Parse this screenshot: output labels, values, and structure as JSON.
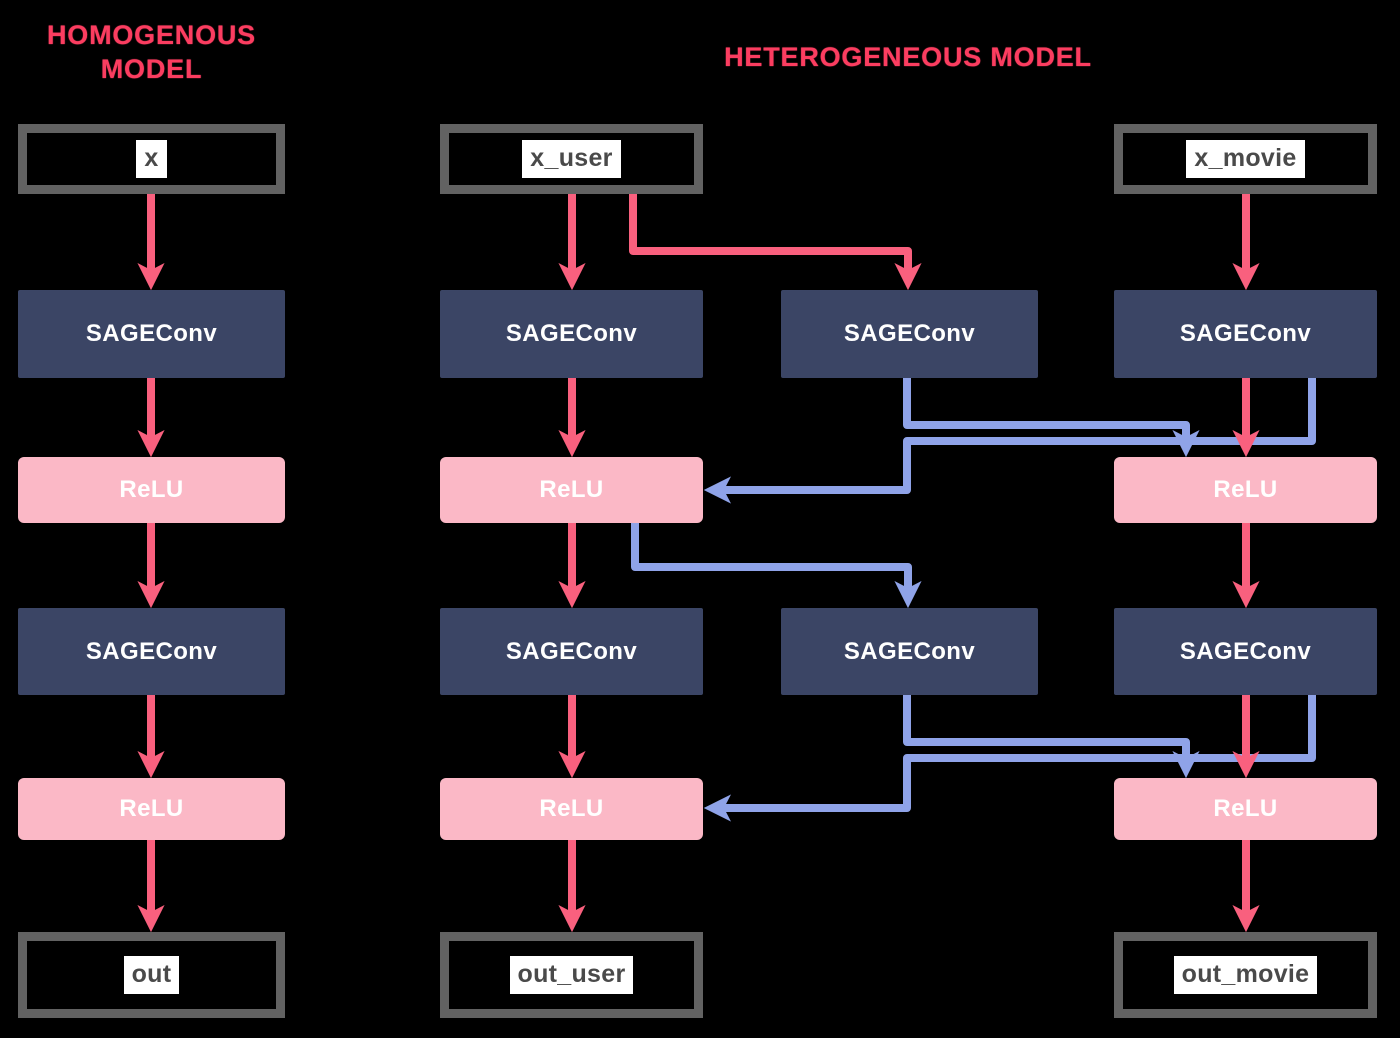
{
  "colors": {
    "background": "#000000",
    "title_pink": "#FB3D60",
    "arrow_pink": "#F9607E",
    "arrow_blue": "#8FA3E8",
    "sageconv_navy": "#3B4565",
    "relu_pink": "#FBB8C6",
    "io_border_gray": "#626262",
    "io_label_text": "#4A4A4A",
    "box_label_text": "#FFFFFF"
  },
  "titles": {
    "homogeneous_line1": "HOMOGENOUS",
    "homogeneous_line2": "MODEL",
    "heterogeneous": "HETEROGENEOUS MODEL"
  },
  "nodes": {
    "x": {
      "label": "x",
      "type": "input"
    },
    "sage_h1": {
      "label": "SAGEConv",
      "type": "layer"
    },
    "relu_h1": {
      "label": "ReLU",
      "type": "activation"
    },
    "sage_h2": {
      "label": "SAGEConv",
      "type": "layer"
    },
    "relu_h2": {
      "label": "ReLU",
      "type": "activation"
    },
    "out": {
      "label": "out",
      "type": "output"
    },
    "x_user": {
      "label": "x_user",
      "type": "input"
    },
    "sage_user1": {
      "label": "SAGEConv",
      "type": "layer"
    },
    "relu_user1": {
      "label": "ReLU",
      "type": "activation"
    },
    "sage_user2": {
      "label": "SAGEConv",
      "type": "layer"
    },
    "relu_user2": {
      "label": "ReLU",
      "type": "activation"
    },
    "out_user": {
      "label": "out_user",
      "type": "output"
    },
    "sage_mid1": {
      "label": "SAGEConv",
      "type": "layer"
    },
    "sage_mid2": {
      "label": "SAGEConv",
      "type": "layer"
    },
    "x_movie": {
      "label": "x_movie",
      "type": "input"
    },
    "sage_movie1": {
      "label": "SAGEConv",
      "type": "layer"
    },
    "relu_movie1": {
      "label": "ReLU",
      "type": "activation"
    },
    "sage_movie2": {
      "label": "SAGEConv",
      "type": "layer"
    },
    "relu_movie2": {
      "label": "ReLU",
      "type": "activation"
    },
    "out_movie": {
      "label": "out_movie",
      "type": "output"
    }
  },
  "edges": [
    {
      "id": "x-to-sage-h1",
      "from": "x",
      "to": "sage_h1",
      "color": "pink"
    },
    {
      "id": "sage-h1-to-relu-h1",
      "from": "sage_h1",
      "to": "relu_h1",
      "color": "pink"
    },
    {
      "id": "relu-h1-to-sage-h2",
      "from": "relu_h1",
      "to": "sage_h2",
      "color": "pink"
    },
    {
      "id": "sage-h2-to-relu-h2",
      "from": "sage_h2",
      "to": "relu_h2",
      "color": "pink"
    },
    {
      "id": "relu-h2-to-out",
      "from": "relu_h2",
      "to": "out",
      "color": "pink"
    },
    {
      "id": "x-user-to-sage-user1",
      "from": "x_user",
      "to": "sage_user1",
      "color": "pink"
    },
    {
      "id": "x-user-to-sage-mid1",
      "from": "x_user",
      "to": "sage_mid1",
      "color": "pink"
    },
    {
      "id": "sage-user1-to-relu-user1",
      "from": "sage_user1",
      "to": "relu_user1",
      "color": "pink"
    },
    {
      "id": "relu-user1-to-sage-user2",
      "from": "relu_user1",
      "to": "sage_user2",
      "color": "pink"
    },
    {
      "id": "relu-user1-to-sage-mid2",
      "from": "relu_user1",
      "to": "sage_mid2",
      "color": "blue"
    },
    {
      "id": "sage-user2-to-relu-user2",
      "from": "sage_user2",
      "to": "relu_user2",
      "color": "pink"
    },
    {
      "id": "relu-user2-to-out-user",
      "from": "relu_user2",
      "to": "out_user",
      "color": "pink"
    },
    {
      "id": "sage-mid1-to-relu-movie1",
      "from": "sage_mid1",
      "to": "relu_movie1",
      "color": "blue"
    },
    {
      "id": "sage-mid2-to-relu-movie2",
      "from": "sage_mid2",
      "to": "relu_movie2",
      "color": "blue"
    },
    {
      "id": "x-movie-to-sage-movie1",
      "from": "x_movie",
      "to": "sage_movie1",
      "color": "pink"
    },
    {
      "id": "sage-movie1-to-relu-movie1",
      "from": "sage_movie1",
      "to": "relu_movie1",
      "color": "pink"
    },
    {
      "id": "sage-movie1-to-relu-user1",
      "from": "sage_movie1",
      "to": "relu_user1",
      "color": "blue"
    },
    {
      "id": "relu-movie1-to-sage-movie2",
      "from": "relu_movie1",
      "to": "sage_movie2",
      "color": "pink"
    },
    {
      "id": "sage-movie2-to-relu-movie2",
      "from": "sage_movie2",
      "to": "relu_movie2",
      "color": "pink"
    },
    {
      "id": "sage-movie2-to-relu-user2",
      "from": "sage_movie2",
      "to": "relu_user2",
      "color": "blue"
    },
    {
      "id": "relu-movie2-to-out-movie",
      "from": "relu_movie2",
      "to": "out_movie",
      "color": "pink"
    }
  ]
}
